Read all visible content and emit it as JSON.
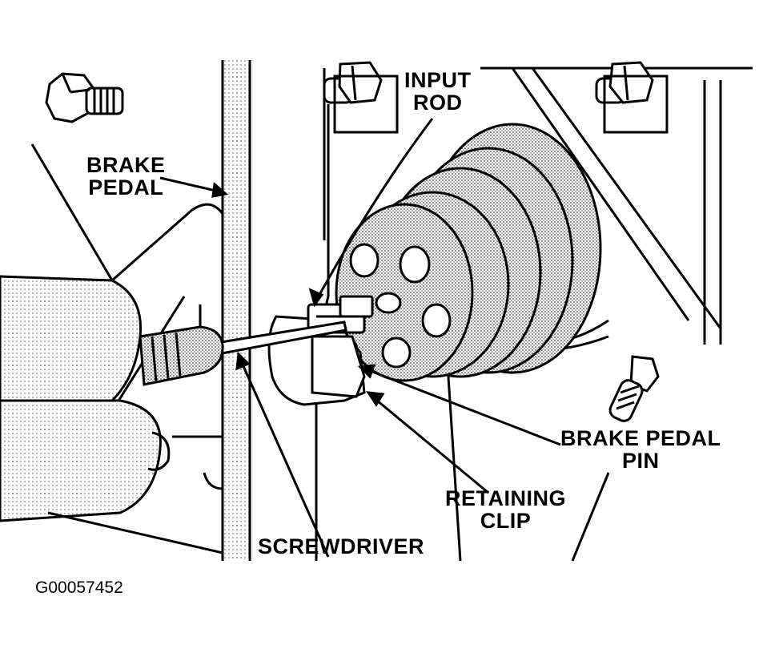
{
  "labels": {
    "input_rod": [
      "INPUT",
      "ROD"
    ],
    "brake_pedal": [
      "BRAKE",
      "PEDAL"
    ],
    "screwdriver": "SCREWDRIVER",
    "retaining_clip": [
      "RETAINING",
      "CLIP"
    ],
    "brake_pedal_pin": [
      "BRAKE PEDAL",
      "PIN"
    ]
  },
  "figure_id": "G00057452"
}
